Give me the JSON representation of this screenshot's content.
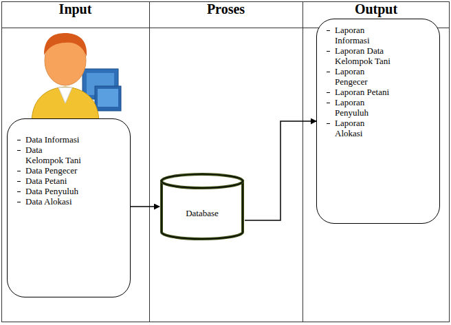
{
  "diagram": {
    "nodes": [
      {
        "text": [
          "Data Informasi",
          "Data Kelompok Tani",
          "Data Pengecer",
          "Data Petani",
          "Data Penyuluh",
          "Data Alokasi"
        ]
      },
      {
        "text": [
          "Database"
        ]
      },
      {
        "text": [
          "Laporan Informasi",
          "Laporan Data Kelompok Tani",
          "Laporan Pengecer",
          "Laporan Petani",
          "Laporan Penyuluh",
          "Laporan Alokasi"
        ]
      }
    ],
    "edges": [
      {
        "from": 0,
        "to": 1,
        "arrow": "to"
      },
      {
        "from": 1,
        "to": 2,
        "arrow": "to"
      }
    ],
    "labels": [
      "Input",
      "Proses",
      "Output"
    ]
  }
}
